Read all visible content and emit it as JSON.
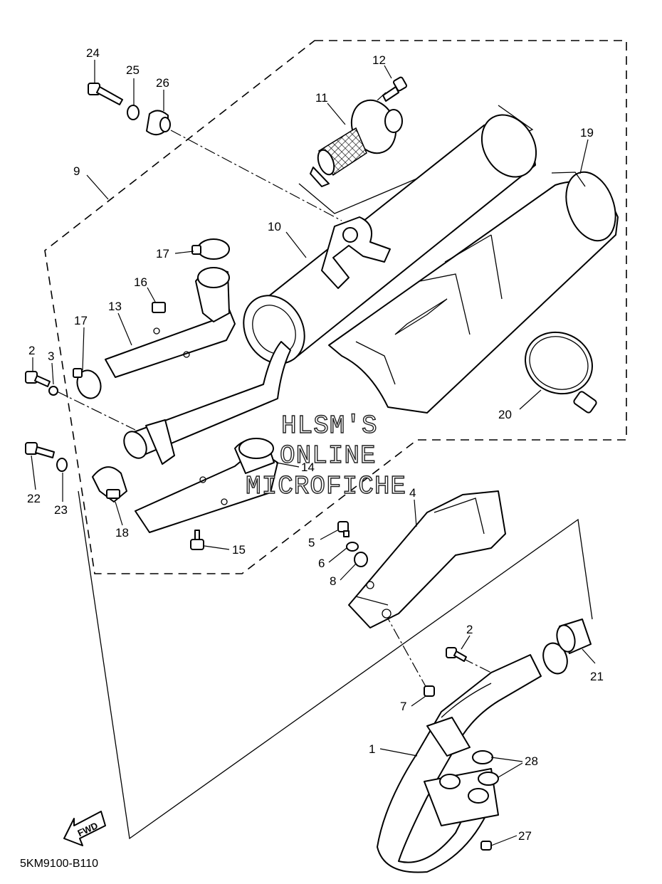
{
  "diagram": {
    "code": "5KM9100-B110",
    "fwd_label": "FWD",
    "watermark": [
      "HLSM'S",
      "ONLINE",
      "MICROFICHE"
    ],
    "callouts": [
      {
        "id": "c1",
        "label": "1"
      },
      {
        "id": "c2a",
        "label": "2"
      },
      {
        "id": "c2b",
        "label": "2"
      },
      {
        "id": "c3",
        "label": "3"
      },
      {
        "id": "c4",
        "label": "4"
      },
      {
        "id": "c5",
        "label": "5"
      },
      {
        "id": "c6",
        "label": "6"
      },
      {
        "id": "c7",
        "label": "7"
      },
      {
        "id": "c8",
        "label": "8"
      },
      {
        "id": "c9",
        "label": "9"
      },
      {
        "id": "c10",
        "label": "10"
      },
      {
        "id": "c11",
        "label": "11"
      },
      {
        "id": "c12",
        "label": "12"
      },
      {
        "id": "c13",
        "label": "13"
      },
      {
        "id": "c14",
        "label": "14"
      },
      {
        "id": "c15",
        "label": "15"
      },
      {
        "id": "c16",
        "label": "16"
      },
      {
        "id": "c17a",
        "label": "17"
      },
      {
        "id": "c17b",
        "label": "17"
      },
      {
        "id": "c18",
        "label": "18"
      },
      {
        "id": "c19",
        "label": "19"
      },
      {
        "id": "c20",
        "label": "20"
      },
      {
        "id": "c21",
        "label": "21"
      },
      {
        "id": "c22",
        "label": "22"
      },
      {
        "id": "c23",
        "label": "23"
      },
      {
        "id": "c24",
        "label": "24"
      },
      {
        "id": "c25",
        "label": "25"
      },
      {
        "id": "c26",
        "label": "26"
      },
      {
        "id": "c27",
        "label": "27"
      },
      {
        "id": "c28",
        "label": "28"
      }
    ]
  }
}
